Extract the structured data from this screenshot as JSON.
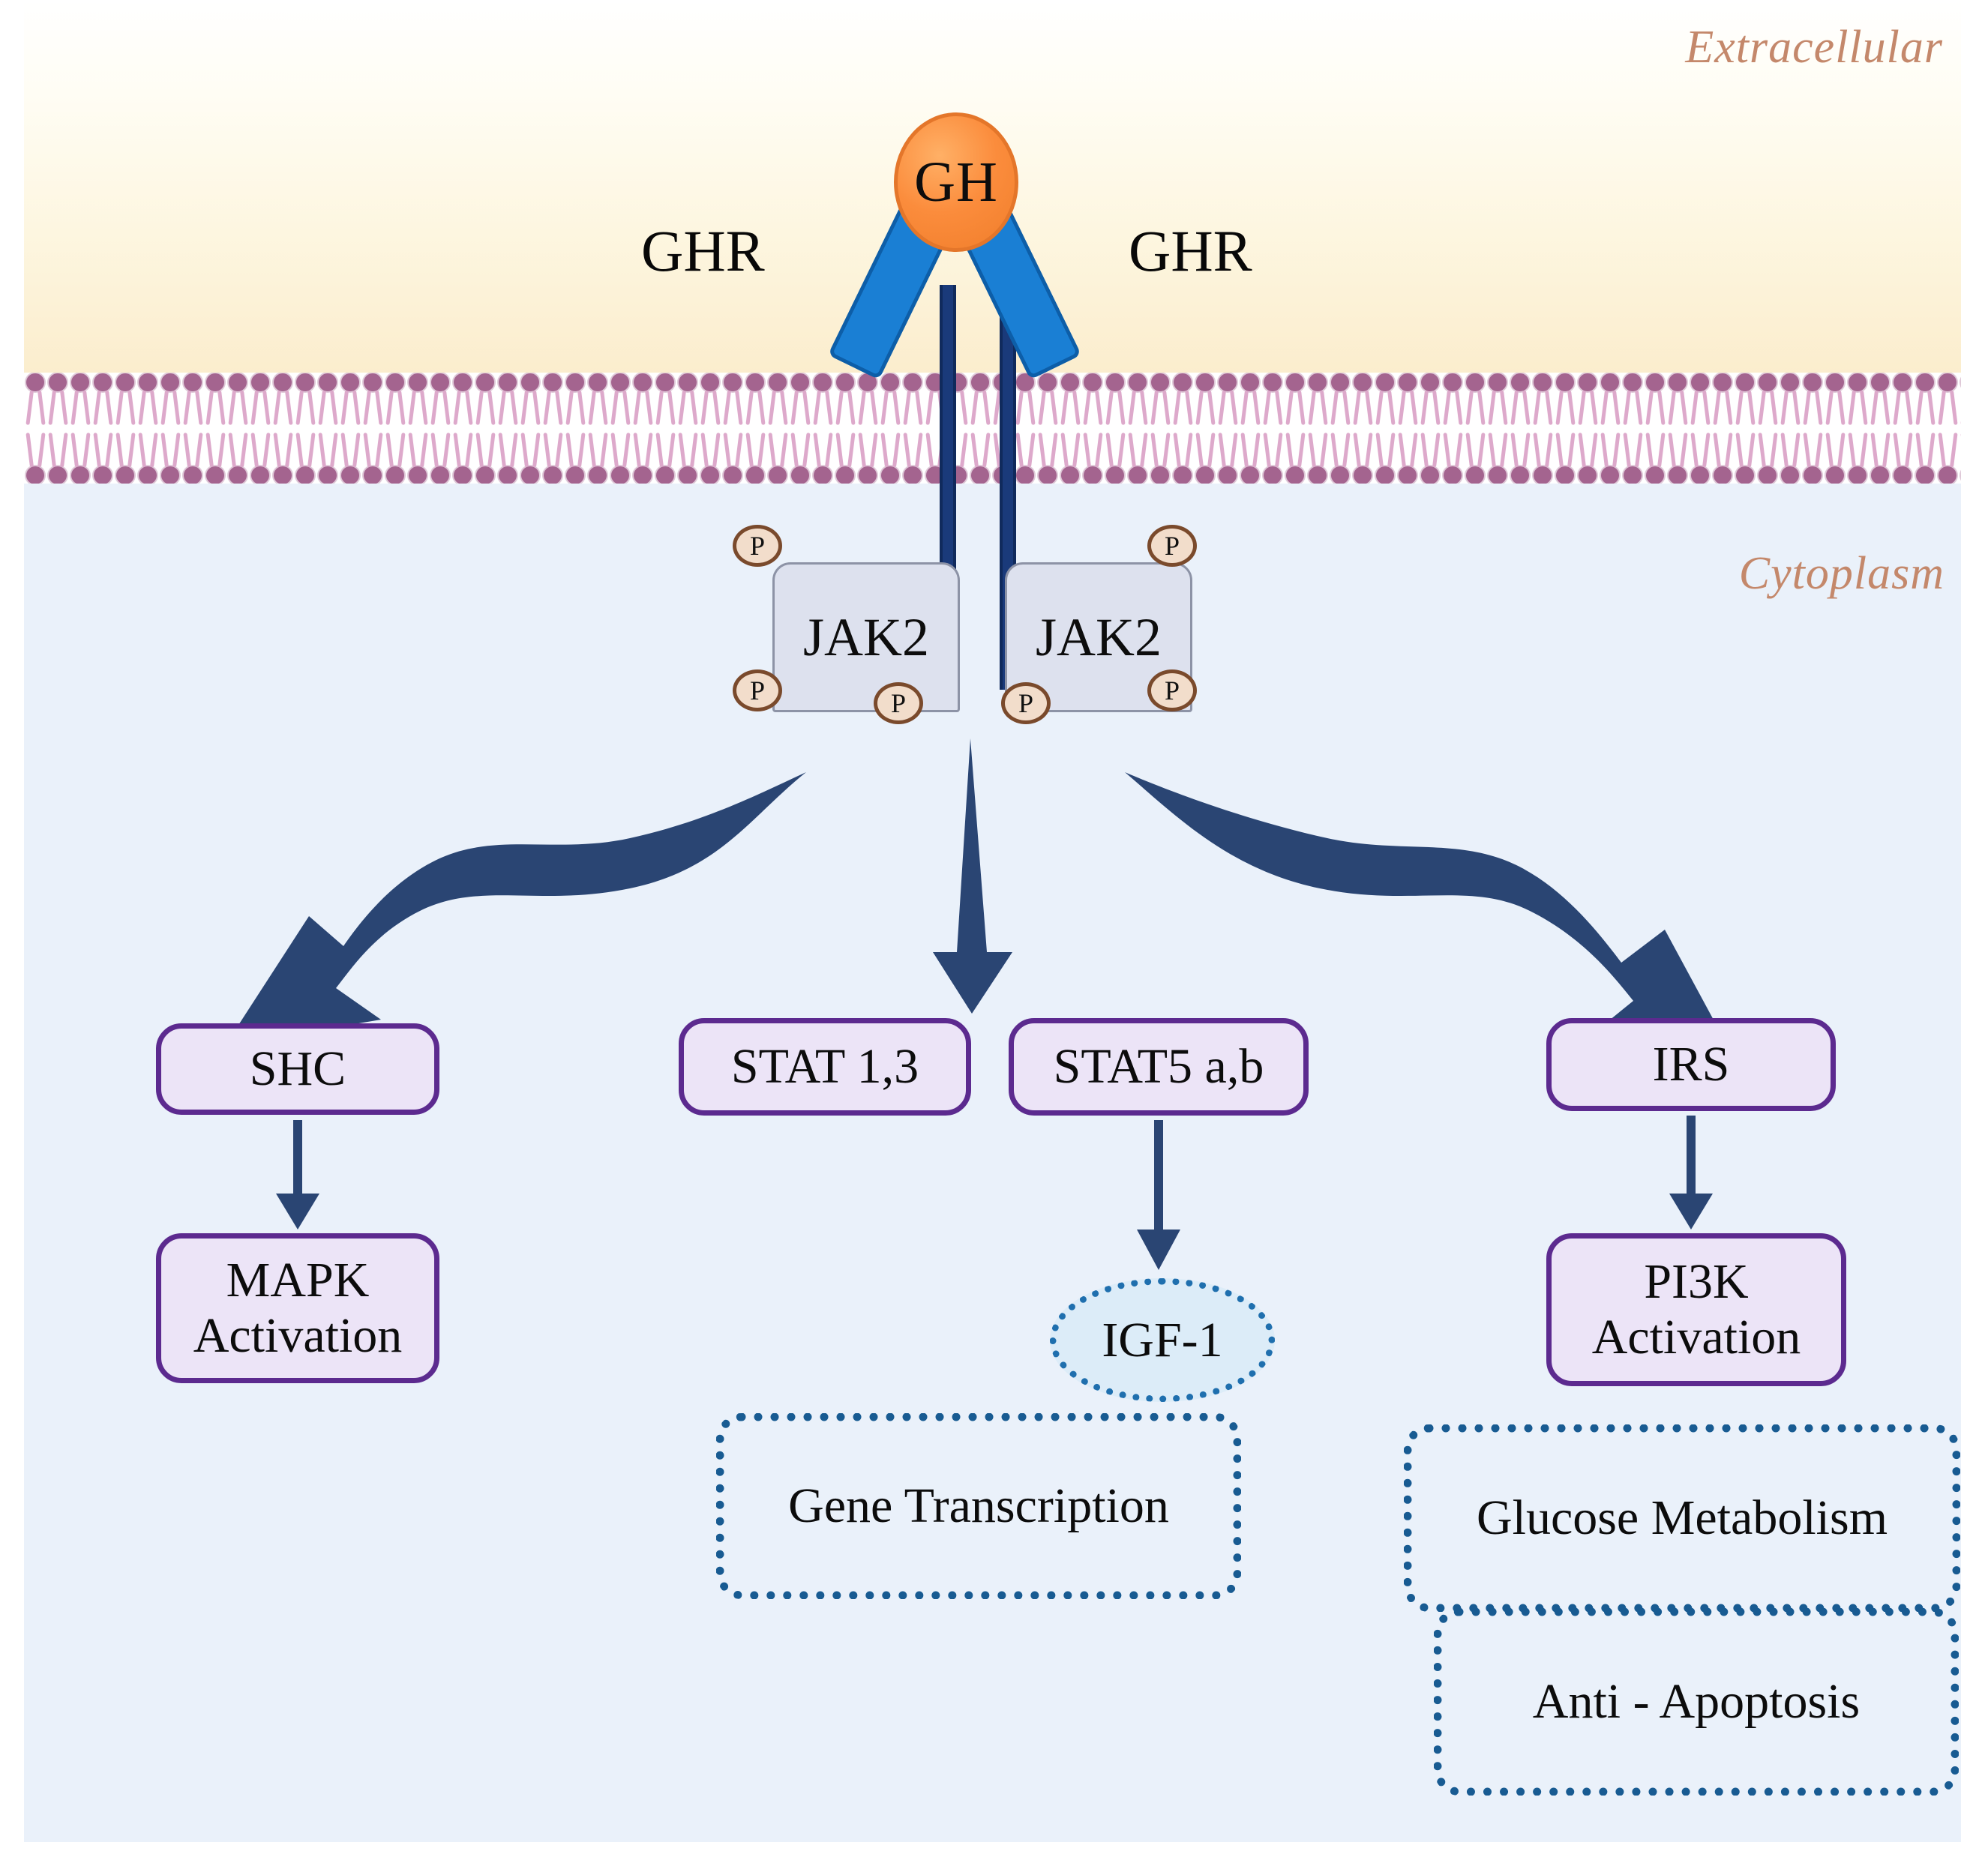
{
  "regions": {
    "extracellular_label": "Extracellular",
    "cytoplasm_label": "Cytoplasm",
    "extracellular_color": "#fbedcd",
    "cytoplasm_color": "#eaf1fa",
    "label_color": "#c4886b",
    "membrane_head_color": "#a4648f",
    "membrane_tail_color": "#dda9cb"
  },
  "ligand": {
    "name": "GH",
    "fill_color": "#fb8c3c",
    "border_color": "#e4762a"
  },
  "receptor": {
    "left_label": "GHR",
    "right_label": "GHR",
    "arm_color": "#1a7fd4",
    "arm_border_color": "#0d5ea8",
    "stem_color": "#1a3a7a"
  },
  "kinase": {
    "left_label": "JAK2",
    "right_label": "JAK2",
    "box_fill": "#dde1ee",
    "box_border": "#8d93a6",
    "phospho_label": "P",
    "phospho_fill": "#f2ddcb",
    "phospho_border": "#7a4a2c",
    "phospho_sites": [
      "P",
      "P",
      "P",
      "P",
      "P",
      "P"
    ]
  },
  "arrows": {
    "color": "#2a4573",
    "left_branch": "JAK2 to SHC",
    "center_branch": "JAK2 to STAT 1,3",
    "right_branch": "JAK2 to IRS"
  },
  "pathways": {
    "box_fill": "#ece4f7",
    "box_border": "#5c2a8f",
    "dotted_border": "#185b92",
    "igf_fill": "#dcecf8",
    "igf_border": "#1f6fae",
    "shc": "SHC",
    "mapk": "MAPK Activation",
    "stat13": "STAT 1,3",
    "stat5": "STAT5 a,b",
    "irs": "IRS",
    "pi3k": "PI3K Activation",
    "igf1": "IGF-1",
    "gene_transcription": "Gene Transcription",
    "glucose_metabolism": "Glucose Metabolism",
    "anti_apoptosis": "Anti - Apoptosis"
  }
}
